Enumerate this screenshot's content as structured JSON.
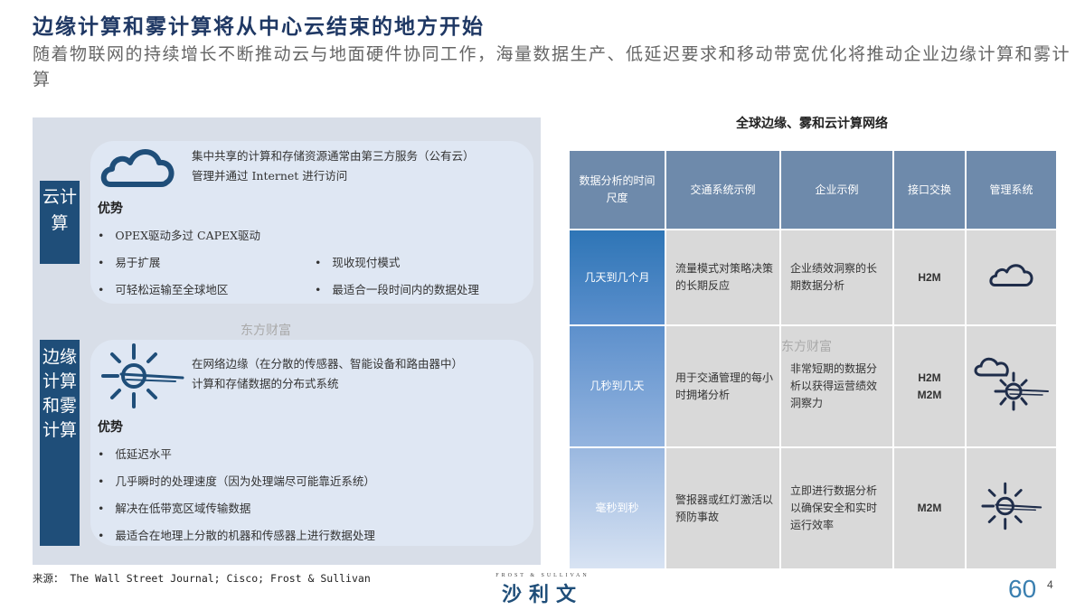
{
  "title": "边缘计算和雾计算将从中心云结束的地方开始",
  "subtitle": "随着物联网的持续增长不断推动云与地面硬件协同工作，海量数据生产、低延迟要求和移动带宽优化将推动企业边缘计算和雾计算",
  "cloud": {
    "label": "云计算",
    "icon": "cloud-icon",
    "description_lines": [
      "集中共享的计算和存储资源通常由第三方服务（公有云）",
      "管理并通过 Internet 进行访问"
    ],
    "advantages_title": "优势",
    "advantages": [
      "OPEX驱动多过 CAPEX驱动",
      "易于扩展",
      "现收现付模式",
      "可轻松运输至全球地区",
      "最适合一段时间内的数据处理"
    ]
  },
  "edge": {
    "label": "边缘计算和雾计算",
    "icon": "sun-fog-icon",
    "description_lines": [
      "在网络边缘（在分散的传感器、智能设备和路由器中）",
      "计算和存储数据的分布式系统"
    ],
    "advantages_title": "优势",
    "advantages": [
      "低延迟水平",
      "几乎瞬时的处理速度（因为处理端尽可能靠近系统）",
      "解决在低带宽区域传输数据",
      "最适合在地理上分散的机器和传感器上进行数据处理"
    ]
  },
  "table": {
    "title": "全球边缘、雾和云计算网络",
    "headers": [
      "数据分析的时间尺度",
      "交通系统示例",
      "企业示例",
      "接口交换",
      "管理系统"
    ],
    "rows": [
      {
        "timescale": "几天到几个月",
        "traffic": "流量模式对策略决策的长期反应",
        "enterprise": "企业绩效洞察的长期数据分析",
        "interface": [
          "H2M"
        ],
        "icon": "cloud-icon"
      },
      {
        "timescale": "几秒到几天",
        "traffic": "用于交通管理的每小时拥堵分析",
        "enterprise": "非常短期的数据分析以获得运营绩效洞察力",
        "interface": [
          "H2M",
          "M2M"
        ],
        "icon": "cloud-sun-fog-icon"
      },
      {
        "timescale": "毫秒到秒",
        "traffic": "警报器或红灯激活以预防事故",
        "enterprise": "立即进行数据分析以确保安全和实时运行效率",
        "interface": [
          "M2M"
        ],
        "icon": "sun-fog-icon"
      }
    ]
  },
  "footer": {
    "source": "来源： The Wall Street Journal; Cisco; Frost & Sullivan",
    "logo_en": "FROST & SULLIVAN",
    "logo_cn": "沙利文",
    "anniversary": "60",
    "page": "4"
  },
  "watermarks": [
    "东方财富",
    "东方财富"
  ],
  "colors": {
    "navy": "#1f4e79",
    "title": "#1f3864",
    "header": "#6e8aab",
    "cell": "#d9d9d9"
  }
}
